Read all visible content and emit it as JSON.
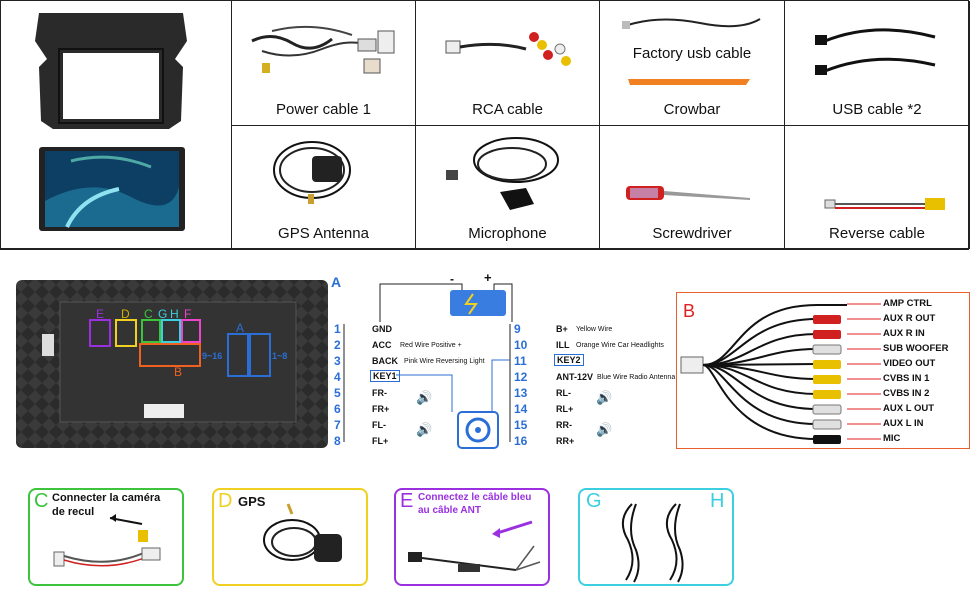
{
  "top_items": [
    {
      "label": "Power cable 1"
    },
    {
      "label": "RCA cable"
    },
    {
      "label": "Crowbar",
      "sublabel": "Factory usb cable"
    },
    {
      "label": "USB cable *2"
    },
    {
      "label": "GPS Antenna"
    },
    {
      "label": "Microphone"
    },
    {
      "label": "Screwdriver"
    },
    {
      "label": "Reverse cable"
    }
  ],
  "diagram": {
    "label_a": "A",
    "left_pins": [
      {
        "num": "1",
        "name": "GND",
        "desc": ""
      },
      {
        "num": "2",
        "name": "ACC",
        "desc": "Red Wire Positive +"
      },
      {
        "num": "3",
        "name": "BACK",
        "desc": "Pink Wire Reversing Light"
      },
      {
        "num": "4",
        "name": "KEY1",
        "desc": ""
      },
      {
        "num": "5",
        "name": "FR-",
        "desc": ""
      },
      {
        "num": "6",
        "name": "FR+",
        "desc": ""
      },
      {
        "num": "7",
        "name": "FL-",
        "desc": ""
      },
      {
        "num": "8",
        "name": "FL+",
        "desc": ""
      }
    ],
    "right_pins": [
      {
        "num": "9",
        "name": "B+",
        "desc": "Yellow Wire"
      },
      {
        "num": "10",
        "name": "ILL",
        "desc": "Orange Wire Car Headlights"
      },
      {
        "num": "11",
        "name": "KEY2",
        "desc": ""
      },
      {
        "num": "12",
        "name": "ANT-12V",
        "desc": "Blue Wire Radio Antenna"
      },
      {
        "num": "13",
        "name": "RL-",
        "desc": ""
      },
      {
        "num": "14",
        "name": "RL+",
        "desc": ""
      },
      {
        "num": "15",
        "name": "RR-",
        "desc": ""
      },
      {
        "num": "16",
        "name": "RR+",
        "desc": ""
      }
    ],
    "battery_minus": "-",
    "battery_plus": "+"
  },
  "back_panel": {
    "labels": [
      "E",
      "D",
      "C",
      "G",
      "H",
      "F",
      "B",
      "A"
    ],
    "range_left": "9~16",
    "range_right": "1~8"
  },
  "cable_b": {
    "label": "B",
    "outputs": [
      "AMP CTRL",
      "AUX R OUT",
      "AUX R IN",
      "SUB WOOFER",
      "VIDEO OUT",
      "CVBS IN 1",
      "CVBS IN 2",
      "AUX L OUT",
      "AUX L IN",
      "MIC"
    ]
  },
  "bottom_boxes": [
    {
      "letter": "C",
      "text_line1": "Connecter la caméra",
      "text_line2": "de recul",
      "color": "#3cc43c"
    },
    {
      "letter": "D",
      "text_line1": "GPS",
      "text_line2": "",
      "color": "#f0d020"
    },
    {
      "letter": "E",
      "text_line1": "Connectez le câble bleu",
      "text_line2": "au câble ANT",
      "color": "#9b30e0"
    },
    {
      "letter": "G",
      "letter2": "H",
      "color": "#3ccfe0"
    }
  ]
}
